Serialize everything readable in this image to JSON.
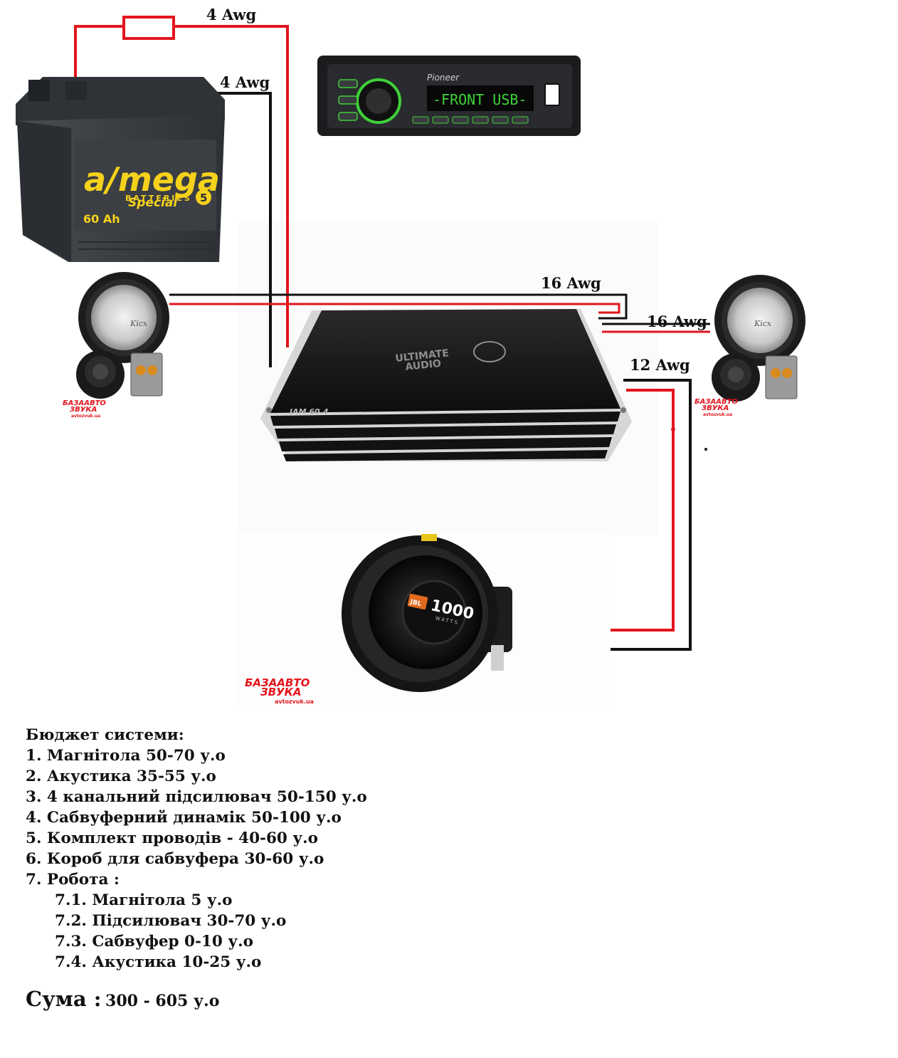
{
  "wire_labels": {
    "battery_positive": "4 Awg",
    "battery_negative": "4 Awg",
    "left_speaker": "16 Awg",
    "right_speaker": "16 Awg",
    "subwoofer": "12 Awg"
  },
  "battery": {
    "brand_lettering": "a/mega",
    "sub_lettering": "BATTERIES",
    "series": "Special",
    "capacity": "60 Ah",
    "badge": "5"
  },
  "head_unit": {
    "brand": "Pioneer",
    "display_text": "-FRONT USB-"
  },
  "amplifier": {
    "brand_line1": "ULTIMATE",
    "brand_line2": "AUDIO",
    "model": "JAM 60.4"
  },
  "speaker_brand": "Kicx",
  "subwoofer": {
    "brand": "JBL",
    "model": "1000",
    "sub": "WATTS"
  },
  "watermark": {
    "line1": "БАЗААВТО",
    "line2": "ЗВУКА",
    "site": "avtozvuk.ua"
  },
  "colors": {
    "power_wire": "#e3141d",
    "ground_wire": "#111111",
    "display_green": "#3fd13a"
  },
  "budget": {
    "title": "Бюджет системи:",
    "items": [
      "1. Магнітола 50-70 у.о",
      "2. Акустика 35-55 у.о",
      "3. 4 канальний підсилювач 50-150 у.о",
      "4. Сабвуферний динамік 50-100 у.о",
      "5. Комплект проводів - 40-60 у.о",
      "6. Короб для сабвуфера 30-60 у.о",
      "7. Робота :"
    ],
    "work_items": [
      "7.1. Магнітола 5 у.о",
      "7.2. Підсилювач 30-70 у.о",
      "7.3.  Сабвуфер 0-10 у.о",
      "7.4. Акустика 10-25 у.о"
    ],
    "total_label": "Сума :",
    "total_value": "300 - 605 у.о"
  }
}
